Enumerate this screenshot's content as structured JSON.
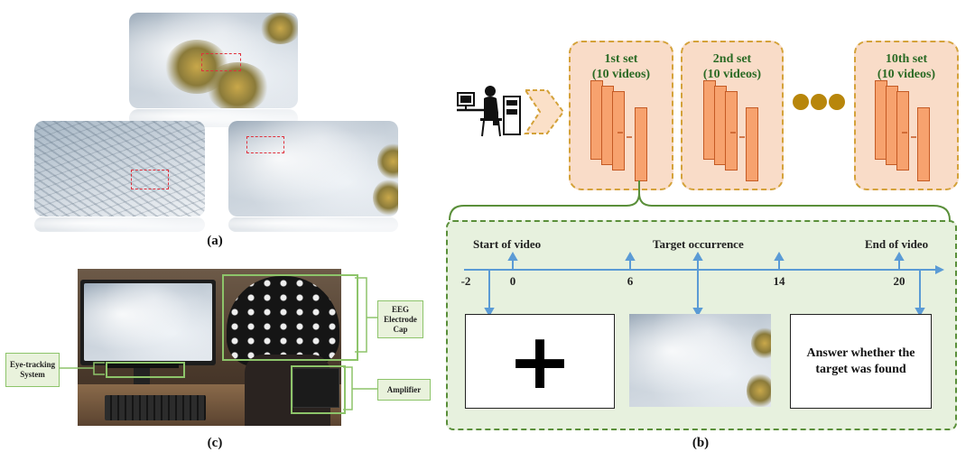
{
  "panel_a": {
    "label": "(a)"
  },
  "panel_b": {
    "label": "(b)",
    "sets": [
      {
        "title_line1": "1st set",
        "title_line2": "(10 videos)"
      },
      {
        "title_line1": "2nd set",
        "title_line2": "(10 videos)"
      },
      {
        "title_line1": "10th set",
        "title_line2": "(10 videos)"
      }
    ],
    "timeline": {
      "ticks": [
        "-2",
        "0",
        "6",
        "14",
        "20"
      ],
      "events": [
        "Start of video",
        "Target occurrence",
        "End of video"
      ]
    },
    "screens": {
      "fixation_symbol": "+",
      "answer_text": "Answer whether the target was found"
    }
  },
  "panel_c": {
    "label": "(c)",
    "callouts": {
      "eeg": "EEG Electrode Cap",
      "amplifier": "Amplifier",
      "eye_tracking": "Eye-tracking System"
    }
  },
  "colors": {
    "set_fill": "#f9dcc8",
    "set_border": "#d4a23a",
    "set_title": "#2a6a24",
    "card_fill": "#f7a26e",
    "timeline_fill": "#e7f1de",
    "timeline_border": "#5a8f3a",
    "axis": "#5b9bd5",
    "callout_green": "#8dc46a",
    "target_box": "#e0303c"
  }
}
